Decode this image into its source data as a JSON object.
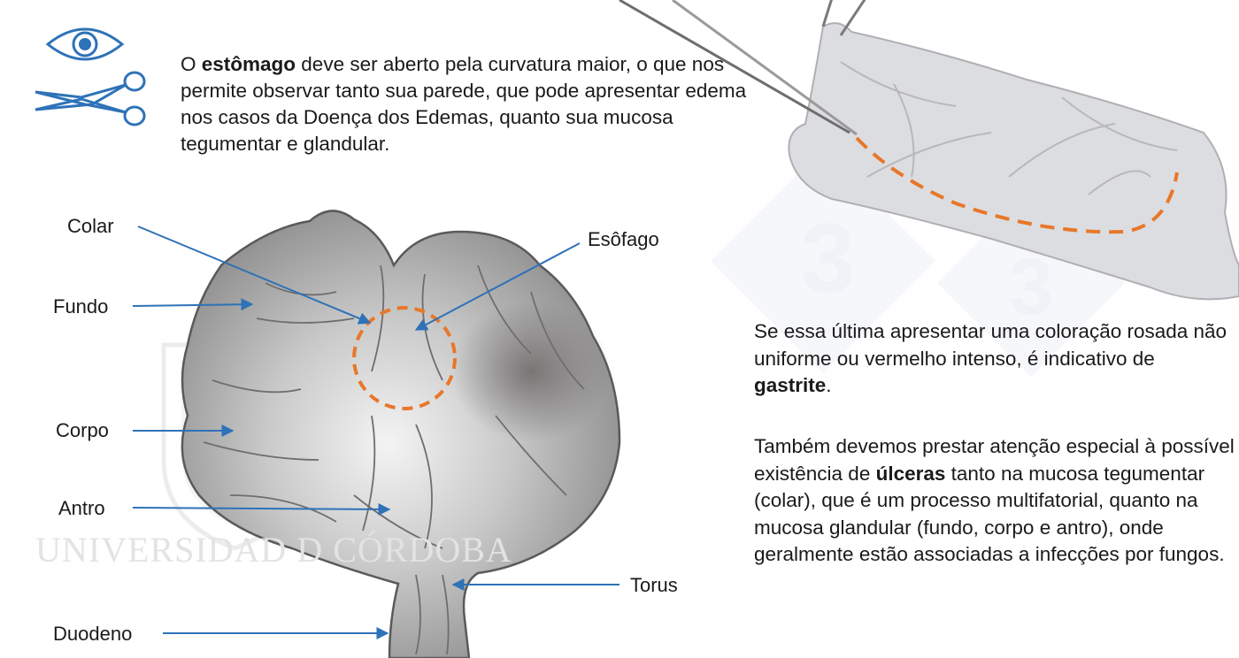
{
  "watermark": {
    "text": "UNIVERSIDAD D CÓRDOBA"
  },
  "intro": {
    "prefix": "O ",
    "bold": "estômago",
    "rest": " deve ser aberto pela curvatura maior, o que nos permite observar tanto sua parede, que pode apresentar edema nos casos da Doença dos Edemas, quanto sua mucosa tegumentar e glandular."
  },
  "para2": {
    "text": "Se essa última apresentar uma coloração rosada não uniforme ou vermelho intenso, é indicativo de ",
    "bold": "gastrite",
    "end": "."
  },
  "para3": {
    "text": "Também devemos prestar atenção especial à possível existência de ",
    "bold": "úlceras",
    "rest": " tanto na mucosa tegumentar (colar), que é um processo multifatorial, quanto na mucosa glandular (fundo, corpo e antro), onde geralmente estão associadas a infecções por fungos."
  },
  "labels": {
    "colar": "Colar",
    "fundo": "Fundo",
    "corpo": "Corpo",
    "antro": "Antro",
    "duodeno": "Duodeno",
    "esofago": "Esôfago",
    "torus": "Torus"
  },
  "colors": {
    "arrow": "#2e72b8",
    "icon": "#2e72b8",
    "dashed": "#e8772a",
    "tissue": "#dcdde0",
    "tissue_dark": "#8d8b8b"
  },
  "icons": [
    "eye-icon",
    "scissors-icon"
  ]
}
